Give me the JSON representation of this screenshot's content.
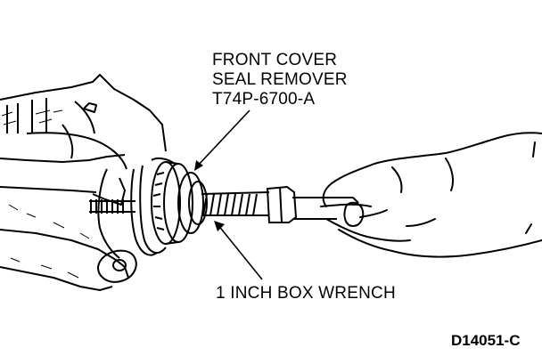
{
  "labels": {
    "seal_remover": [
      "FRONT COVER",
      "SEAL REMOVER",
      "T74P-6700-A"
    ],
    "box_wrench": "1 INCH BOX WRENCH",
    "figure_id": "D14051-C"
  },
  "colors": {
    "ink": "#000000",
    "paper": "#ffffff"
  }
}
